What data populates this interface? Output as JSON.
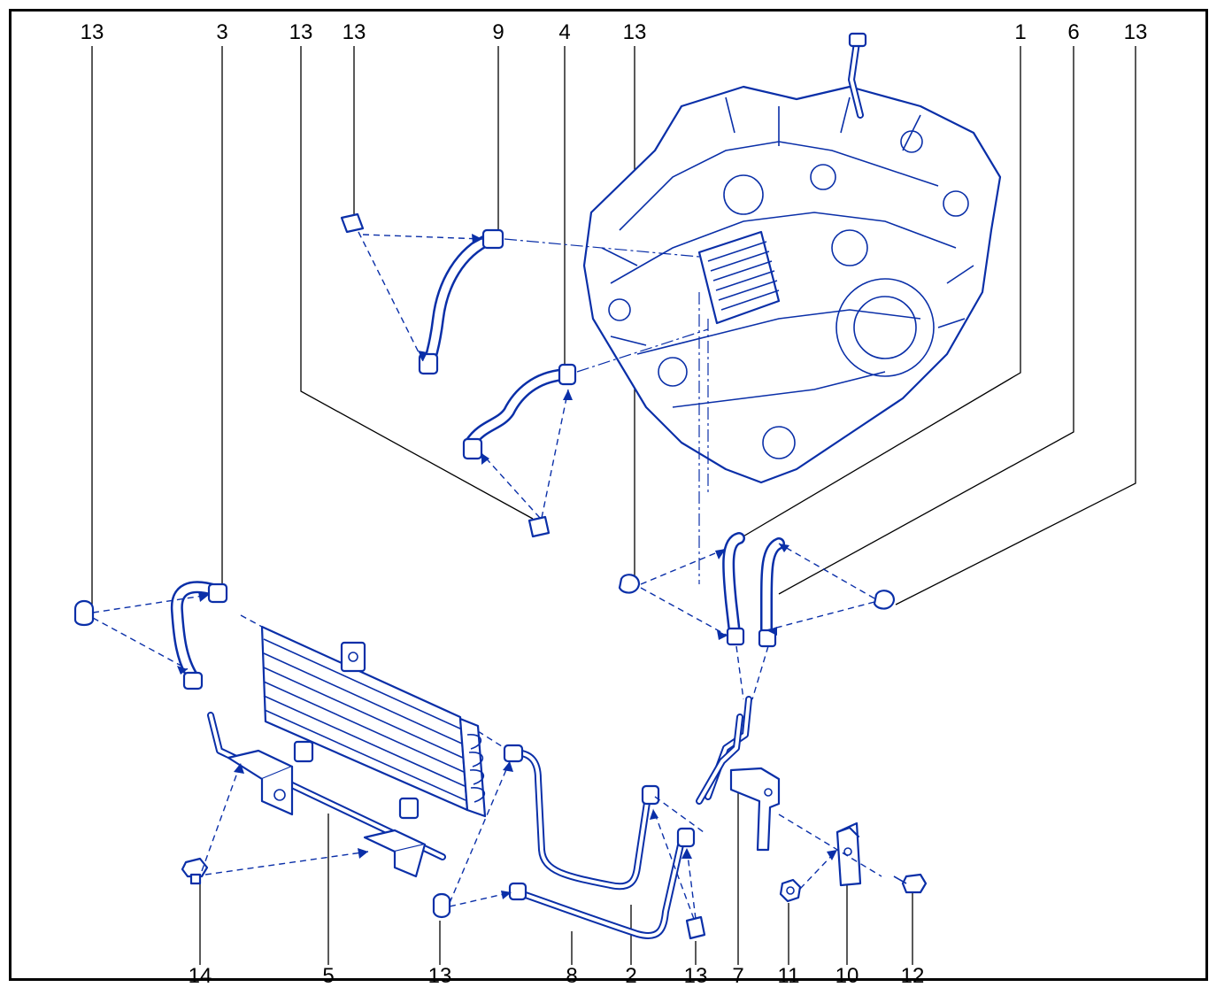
{
  "diagram": {
    "callouts_top": [
      "13",
      "3",
      "13",
      "13",
      "9",
      "4",
      "13",
      "1",
      "6",
      "13"
    ],
    "callouts_bottom": [
      "14",
      "5",
      "13",
      "8",
      "2",
      "13",
      "7",
      "11",
      "10",
      "12"
    ]
  },
  "colors": {
    "line_art": "#0a2fa8",
    "leader": "#000000",
    "border": "#000000"
  }
}
